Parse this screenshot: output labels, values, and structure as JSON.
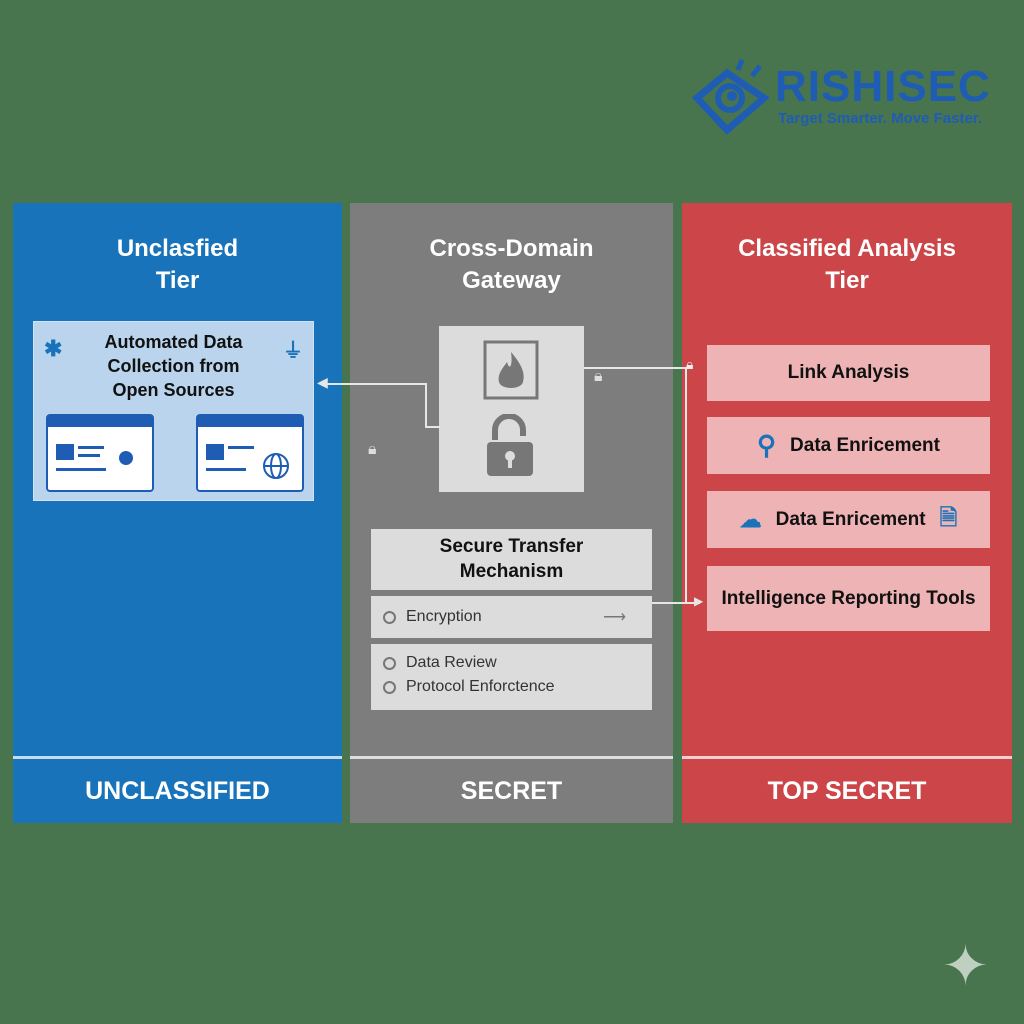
{
  "logo": {
    "name": "RISHISEC",
    "tagline": "Target Smarter. Move Faster."
  },
  "columns": [
    {
      "title": "Unclasfied\nTier",
      "footer": "UNCLASSIFIED",
      "color": "#1873ba"
    },
    {
      "title": "Cross-Domain\nGateway",
      "footer": "SECRET",
      "color": "#7d7d7d"
    },
    {
      "title": "Classified Analysis\nTier",
      "footer": "TOP SECRET",
      "color": "#cc4548"
    }
  ],
  "unclassified": {
    "collection": "Automated Data Collection from Open Sources"
  },
  "gateway": {
    "secure_title": "Secure Transfer Mechanism",
    "encryption": "Encryption",
    "review": "Data Review",
    "protocol": "Protocol Enforctence"
  },
  "classified": {
    "items": [
      "Link Analysis",
      "Data Enricement",
      "Data Enricement",
      "Intelligence Reporting Tools"
    ]
  }
}
